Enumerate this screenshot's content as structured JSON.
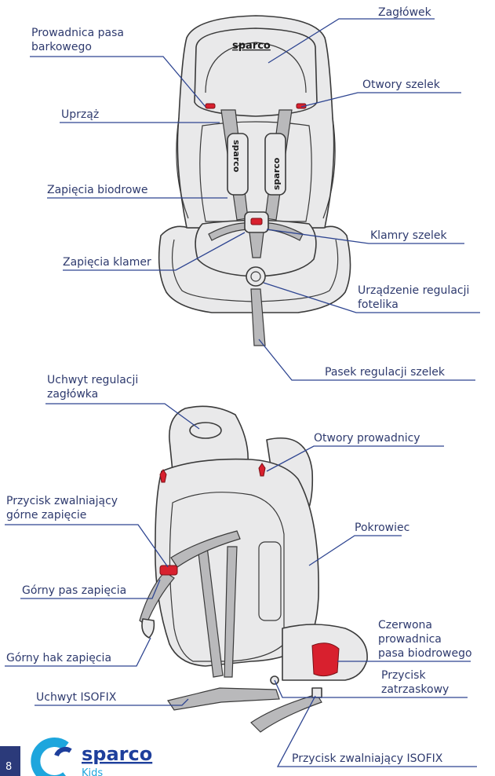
{
  "labels": {
    "zaglowek": "Zagłówek",
    "prowadnica_pasa_barkowego_1": "Prowadnica pasa",
    "prowadnica_pasa_barkowego_2": "barkowego",
    "otwory_szelek": "Otwory szelek",
    "uprzaz": "Uprząż",
    "zapiecia_biodrowe": "Zapięcia biodrowe",
    "klamry_szelek": "Klamry szelek",
    "zapiecia_klamer": "Zapięcia klamer",
    "urzadzenie_regulacji_1": "Urządzenie regulacji",
    "urzadzenie_regulacji_2": "fotelika",
    "pasek_regulacji_szelek": "Pasek regulacji szelek",
    "uchwyt_regulacji_1": "Uchwyt regulacji",
    "uchwyt_regulacji_2": "zagłówka",
    "otwory_prowadnicy": "Otwory prowadnicy",
    "przycisk_zwalniajacy_1": "Przycisk zwalniający",
    "przycisk_zwalniajacy_2": "górne zapięcie",
    "pokrowiec": "Pokrowiec",
    "gorny_pas": "Górny pas zapięcia",
    "czerwona_1": "Czerwona",
    "czerwona_2": "prowadnica",
    "czerwona_3": "pasa biodrowego",
    "gorny_hak": "Górny hak zapięcia",
    "przycisk_zatrzaskowy_1": "Przycisk",
    "przycisk_zatrzaskowy_2": "zatrzaskowy",
    "uchwyt_isofix": "Uchwyt ISOFIX",
    "przycisk_isofix": "Przycisk zwalniający ISOFIX"
  },
  "brand": {
    "seat_logo": "sparco",
    "strap_logo": "sparco",
    "footer_logo": "sparco",
    "footer_sub": "Kids"
  },
  "page_number": "8",
  "colors": {
    "label_text": "#2e3a6e",
    "leader_line": "#2e4591",
    "accent_red": "#d8202e",
    "page_tab": "#2b3a7a",
    "logo_blue": "#1e3f9c",
    "logo_cyan": "#1ea6dd"
  }
}
